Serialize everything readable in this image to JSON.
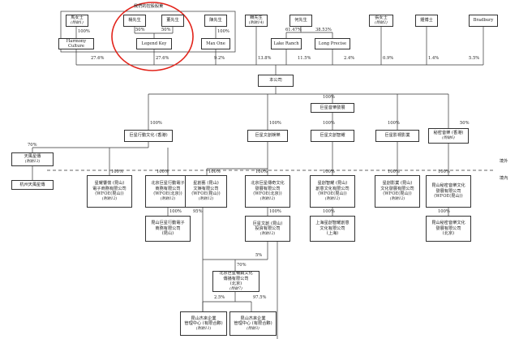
{
  "highlight_title": "我們的控股股東",
  "regions": {
    "offshore": "境外",
    "onshore": "境內"
  },
  "shareholders": {
    "ma": {
      "name": "馬女士",
      "note": "(附註1)"
    },
    "yang": {
      "name": "楊先生"
    },
    "dong": {
      "name": "董先生"
    },
    "chen": {
      "name": "陳先生"
    },
    "lai": {
      "name": "賴先生",
      "note": "(附註14)"
    },
    "he": {
      "name": "何先生"
    },
    "zhang": {
      "name": "張女士",
      "note": "(附註2)"
    },
    "zhong": {
      "name": "鍾博士"
    },
    "bradbury": {
      "name": "Bradbury"
    }
  },
  "holdcos": {
    "harmony": {
      "name": "Harmony Culture"
    },
    "legend": {
      "name": "Legend Key"
    },
    "maxone": {
      "name": "Max One"
    },
    "lakeranch": {
      "name": "Lake Ranch"
    },
    "longprecise": {
      "name": "Long Precise"
    }
  },
  "company": {
    "name": "本公司"
  },
  "subsidiaries": {
    "starmusic": {
      "name": "巨星音樂發展"
    },
    "xingdong": {
      "name": "巨星行動文化 (香港)",
      "note": ""
    },
    "wenhua": {
      "name": "巨星文創娛樂"
    },
    "chuangzhi": {
      "name": "巨星文創智耀"
    },
    "yingshi": {
      "name": "巨星影視影業"
    },
    "secret": {
      "name": "秘密音樂 (香港)",
      "note": "(附註6)"
    },
    "tianqi": {
      "name": "天風星傳",
      "note": "(附註13)"
    },
    "hangzhou": {
      "name": "杭州天風星傳"
    },
    "xinghui": {
      "name": "星耀響億 (昆山)",
      "sub": "電子商務有限公司",
      "note": "(WFOE(昆山))",
      "foot": "(附註12)"
    },
    "beijing_xingdong": {
      "name": "北京巨星行動電子",
      "sub": "商務有限公司",
      "note": "(WFOE(北京))",
      "foot": "(附註12)"
    },
    "xingmei": {
      "name": "星創藝 (昆山)",
      "sub": "文娛有限公司",
      "note": "(WFOE(昆山))",
      "foot": "(附註12)"
    },
    "beijing_wenhua": {
      "name": "北京巨星傳奇文化",
      "sub": "發展有限公司",
      "note": "(WFOE(北京))",
      "foot": "(附註12)"
    },
    "xingchuang": {
      "name": "星創智耀 (昆山)",
      "sub": "創意文化有限公司",
      "note": "(WFOE(昆山))",
      "foot": "(附註12)"
    },
    "xingying": {
      "name": "星創影業 (昆山)",
      "sub": "文化發展有限公司",
      "note": "(WFOE(昆山))",
      "foot": "(附註12)"
    },
    "kunshan_secret": {
      "name": "昆山秘密音樂文化",
      "sub": "發展有限公司",
      "note": "(WFOE(昆山))",
      "foot": ""
    },
    "kunshan_xingdong": {
      "name": "昆山巨星行動電子",
      "sub": "商務有限公司",
      "note": "(昆山)"
    },
    "kunshan_wenhua": {
      "name": "巨星文創 (昆山)",
      "sub": "投資有限公司",
      "note": "(附註12)"
    },
    "shanghai": {
      "name": "上海星創智耀創意",
      "sub": "文化有限公司",
      "note": "(上海)"
    },
    "beijing_secret": {
      "name": "昆山秘密音樂文化",
      "sub": "發展有限公司",
      "note": "(北京)"
    },
    "beijing_media": {
      "name": "北京巨星暢銷文化",
      "sub": "傳播有限公司",
      "note": "(北京)",
      "foot": "(附註7)"
    },
    "kunshan_a": {
      "name": "昆山杰來企業",
      "sub": "管理中心 (有限合夥)",
      "note": "(附註11)"
    },
    "kunshan_b": {
      "name": "昆山杰來企業",
      "sub": "管理中心 (有限合夥)",
      "note": "(附註3)"
    }
  },
  "percentages": {
    "ma_harmony": "100%",
    "yang_legend": "50%",
    "dong_legend": "50%",
    "chen_maxone": "100%",
    "he_lakeranch": "61.47%",
    "he_longprecise": "38.53%",
    "harmony_co": "27.6%",
    "legend_co": "27.6%",
    "maxone_co": "9.2%",
    "lai_co": "13.8%",
    "lakeranch_co": "11.5%",
    "longprecise_co": "2.4%",
    "zhang_co": "0.9%",
    "zhong_co": "1.4%",
    "bradbury_co": "5.5%",
    "co_xingdong": "100%",
    "co_wenhua": "100%",
    "co_starmusic": "100%",
    "starmusic_chuangzhi": "100%",
    "co_yingshi": "100%",
    "co_secret": "50%",
    "xingdong_tianqi": "70%",
    "xingdong_xinghui": "100%",
    "xingdong_bjxd": "100%",
    "wenhua_xingmei": "100%",
    "wenhua_bjwh": "100%",
    "chuangzhi_xc": "100%",
    "yingshi_xy": "100%",
    "secret_ks": "100%",
    "bjxd_ksxd": "100%",
    "bjwh_kswh": "100%",
    "xc_shanghai": "100%",
    "ks_bjsecret": "100%",
    "xingmei_95": "95%",
    "kswh_5": "5%",
    "kswh_media": "70%",
    "media_a": "2.5%",
    "media_b": "97.5%"
  }
}
